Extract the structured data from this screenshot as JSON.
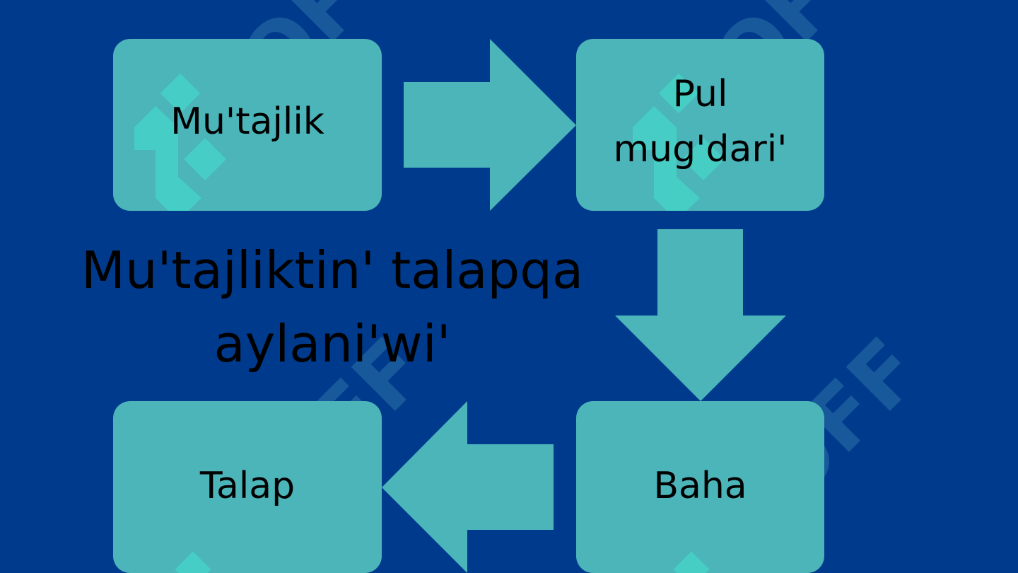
{
  "diagram": {
    "title": "Mu'tajliktin' talapqa aylani'wi'",
    "nodes": [
      {
        "id": "mutajlik",
        "label": "Mu'tajlik"
      },
      {
        "id": "pul",
        "label": "Pul mug'dari'"
      },
      {
        "id": "baha",
        "label": "Baha"
      },
      {
        "id": "talap",
        "label": "Talap"
      }
    ],
    "edges": [
      {
        "from": "mutajlik",
        "to": "pul",
        "direction": "right"
      },
      {
        "from": "pul",
        "to": "baha",
        "direction": "down"
      },
      {
        "from": "baha",
        "to": "talap",
        "direction": "left"
      }
    ]
  },
  "watermark": {
    "text": "SOFF"
  },
  "colors": {
    "background": "#003a8c",
    "node_fill": "#4bb5ba",
    "arrow_fill": "#4bb5ba",
    "text": "#000000",
    "logo_accent": "#45d6c8"
  },
  "icons": {
    "watermark_logo": "soff-logo-icon"
  }
}
